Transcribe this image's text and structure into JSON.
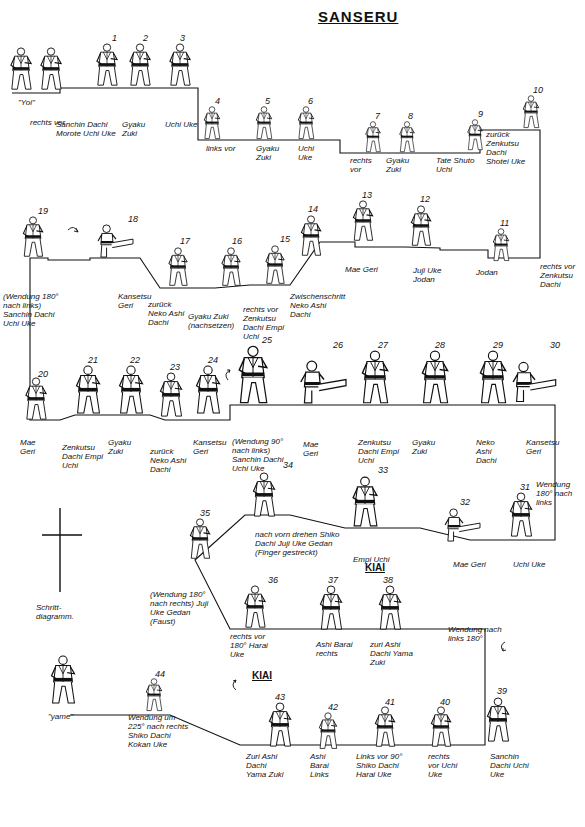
{
  "diagram": {
    "title": "SANSERU",
    "labels": [
      "\"Yoi\"",
      "rechts vor",
      "1",
      "2",
      "3",
      "Sanchin Dachi Morote Uchi Uke",
      "Gyaku Zuki",
      "Uchi Uke",
      "4",
      "5",
      "6",
      "links vor",
      "Gyaku Zuki",
      "Uchi Uke",
      "7",
      "8",
      "9",
      "10",
      "rechts vor",
      "Gyaku Zuki",
      "Tate Shuto Uchi",
      "zurück Zenkutsu Dachi Shotei Uke",
      "11",
      "12",
      "13",
      "14",
      "15",
      "16",
      "17",
      "18",
      "19",
      "rechts vor Zenkutsu Dachi",
      "Jodan",
      "Juji Uke Jodan",
      "Mae Geri",
      "Zwischenschritt Neko Ashi Dachi",
      "rechts vor Zenkutsu Dachi Empi Uchi",
      "Gyaku Zuki (nachsetzen)",
      "zurück Neko Ashi Dachi",
      "Kansetsu Geri",
      "(Wendung 180° nach links) Sanchin Dachi Uchi Uke",
      "20",
      "Mae Geri",
      "21",
      "Zenkutsu Dachi Empi Uchi",
      "22",
      "Gyaku Zuki",
      "23",
      "zurück Neko Ashi Dachi",
      "24",
      "Kansetsu Geri",
      "25",
      "(Wendung 90° nach links) Sanchin Dachi Uchi Uke",
      "26",
      "Mae Geri",
      "27",
      "Zenkutsu Dachi Empi Uchi",
      "28",
      "Gyaku Zuki",
      "29",
      "Neko Ashi Dachi",
      "30",
      "Kansetsu Geri",
      "Wendung 180° nach links",
      "31",
      "Uchi Uke",
      "32",
      "Mae Geri",
      "33",
      "Empi Uchi",
      "34",
      "nach vorn drehen Shiko Dachi Juji Uke Gedan (Finger gestreckt)",
      "35",
      "(Wendung 180° nach rechts) Juji Uke Gedan (Faust)",
      "Schritt-diagramm.",
      "36",
      "rechts vor 180° Harai Uke",
      "37",
      "Ashi Barai rechts",
      "KIAI",
      "38",
      "zuri Ashi Dachi Yama Zuki",
      "Wendung nach links 180°",
      "39",
      "Sanchin Dachi Uchi Uke",
      "40",
      "rechts vor Uchi Uke",
      "41",
      "Links vor 90° Shiko Dachi Harai Uke",
      "42",
      "Ashi Barai Links",
      "KIAI",
      "43",
      "Zuri Ashi Dachi Yama Zuki",
      "44",
      "Wendung um 225° nach rechts Shiko Dachi Kokan Uke",
      "\"yame\""
    ]
  }
}
